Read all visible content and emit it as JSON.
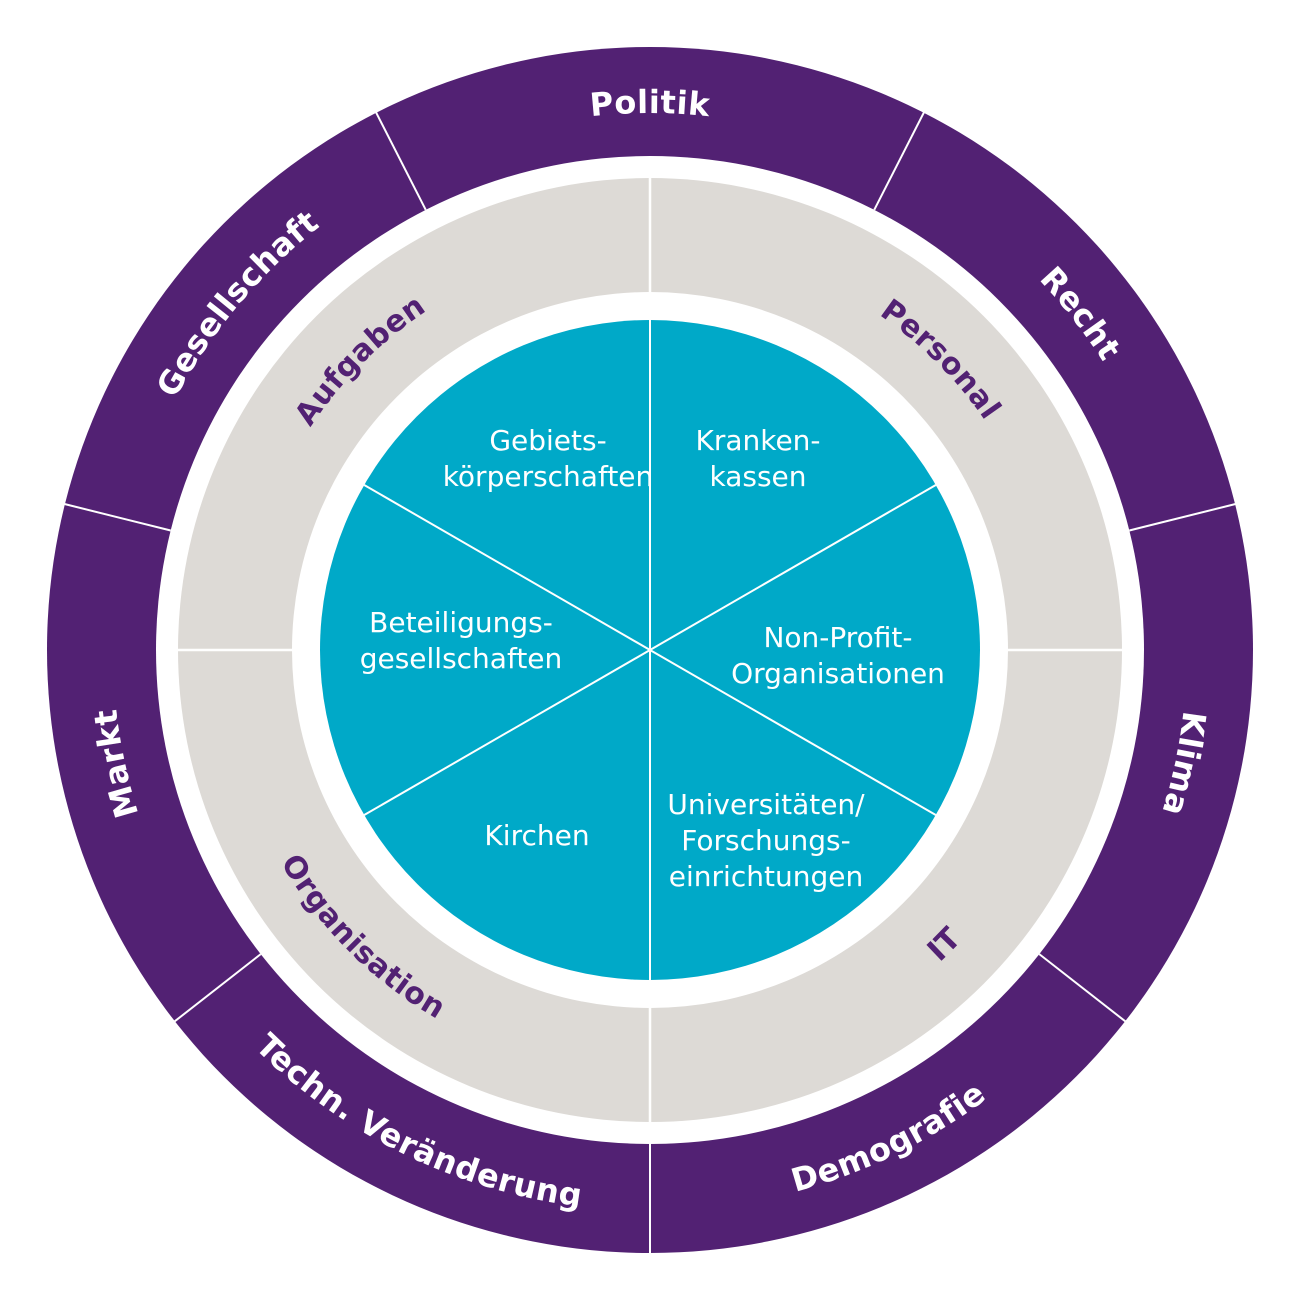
{
  "colors": {
    "outer_ring": "#522173",
    "middle_ring": "#DDDAD6",
    "inner_circle": "#00A9C8",
    "middle_text": "#522173",
    "divider": "#ffffff"
  },
  "outer_ring": {
    "segments": [
      {
        "label": "Politik"
      },
      {
        "label": "Recht"
      },
      {
        "label": "Klima"
      },
      {
        "label": "Demografie"
      },
      {
        "label": "Techn. Veränderung"
      },
      {
        "label": "Markt"
      },
      {
        "label": "Gesellschaft"
      }
    ]
  },
  "middle_ring": {
    "segments": [
      {
        "label": "Personal"
      },
      {
        "label": "IT"
      },
      {
        "label": "Organisation"
      },
      {
        "label": "Aufgaben"
      }
    ]
  },
  "inner_circle": {
    "segments": [
      {
        "lines": [
          "Kranken-",
          "kassen"
        ]
      },
      {
        "lines": [
          "Non-Profit-",
          "Organisationen"
        ]
      },
      {
        "lines": [
          "Universitäten/",
          "Forschungs-",
          "einrichtungen"
        ]
      },
      {
        "lines": [
          "Kirchen"
        ]
      },
      {
        "lines": [
          "Beteiligungs-",
          "gesellschaften"
        ]
      },
      {
        "lines": [
          "Gebiets-",
          "körperschaften"
        ]
      }
    ]
  }
}
